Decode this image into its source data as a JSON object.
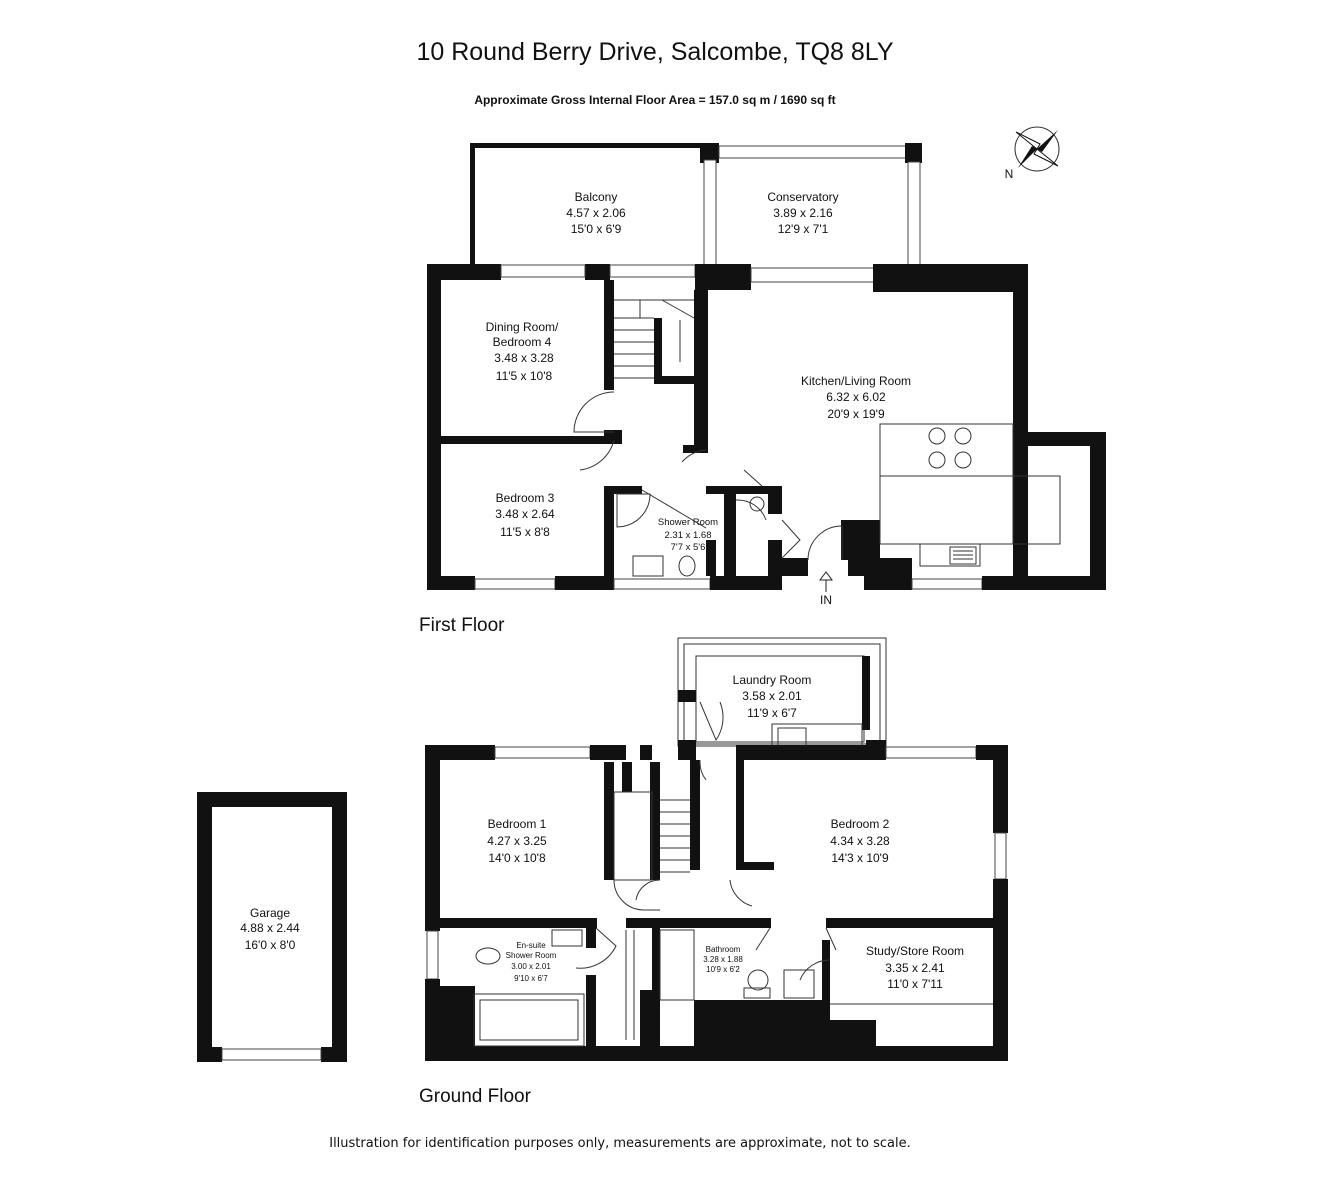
{
  "title": "10 Round Berry Drive, Salcombe,  TQ8 8LY",
  "subtitle": "Approximate Gross Internal Floor Area  = 157.0 sq m  / 1690 sq ft",
  "compass_label": "N",
  "entrance_label": "IN",
  "first_floor": {
    "label": "First Floor",
    "rooms": [
      {
        "name": "Balcony",
        "metric": "4.57 x 2.06",
        "imperial": "15'0 x 6'9"
      },
      {
        "name": "Conservatory",
        "metric": "3.89 x 2.16",
        "imperial": "12'9 x 7'1"
      },
      {
        "name": "Dining Room/",
        "name2": "Bedroom 4",
        "metric": "3.48 x 3.28",
        "imperial": "11'5 x 10'8"
      },
      {
        "name": "Kitchen/Living Room",
        "metric": "6.32 x 6.02",
        "imperial": "20'9 x 19'9"
      },
      {
        "name": "Bedroom 3",
        "metric": "3.48 x 2.64",
        "imperial": "11'5 x 8'8"
      },
      {
        "name": "Shower Room",
        "metric": "2.31 x 1.68",
        "imperial": "7'7 x 5'6"
      }
    ]
  },
  "ground_floor": {
    "label": "Ground Floor",
    "rooms": [
      {
        "name": "Laundry Room",
        "metric": "3.58 x 2.01",
        "imperial": "11'9 x 6'7"
      },
      {
        "name": "Bedroom 1",
        "metric": "4.27 x 3.25",
        "imperial": "14'0 x 10'8"
      },
      {
        "name": "Bedroom 2",
        "metric": "4.34 x 3.28",
        "imperial": "14'3 x 10'9"
      },
      {
        "name": "En-suite",
        "name2": "Shower Room",
        "metric": "3.00 x 2.01",
        "imperial": "9'10 x 6'7"
      },
      {
        "name": "Bathroom",
        "metric": "3.28 x 1.88",
        "imperial": "10'9 x 6'2"
      },
      {
        "name": "Study/Store Room",
        "metric": "3.35 x 2.41",
        "imperial": "11'0 x 7'11"
      }
    ]
  },
  "garage": {
    "name": "Garage",
    "metric": "4.88 x 2.44",
    "imperial": "16'0 x 8'0"
  },
  "disclaimer": "Illustration for identification purposes only, measurements are approximate, not to scale."
}
